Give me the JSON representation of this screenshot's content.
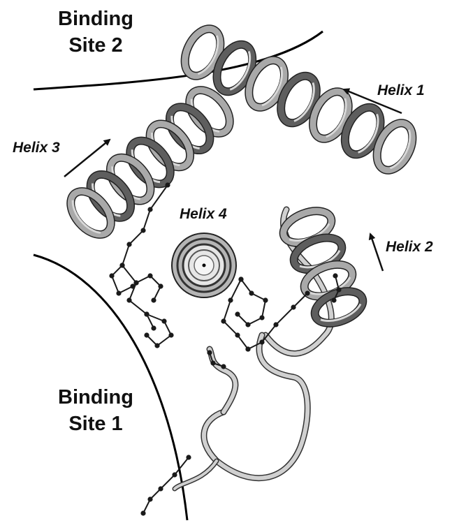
{
  "site_labels": {
    "site2": {
      "line1": "Binding",
      "line2": "Site 2"
    },
    "site1": {
      "line1": "Binding",
      "line2": "Site 1"
    }
  },
  "helix_labels": {
    "h1": "Helix 1",
    "h2": "Helix 2",
    "h3": "Helix 3",
    "h4": "Helix 4"
  },
  "colors": {
    "ribbon_fill": "#a9a9a9",
    "ribbon_dark": "#5e5e5e",
    "ribbon_edge": "#222222",
    "coil": "#c9c9c9",
    "stick": "#1a1a1a",
    "boundary": "#000000"
  }
}
